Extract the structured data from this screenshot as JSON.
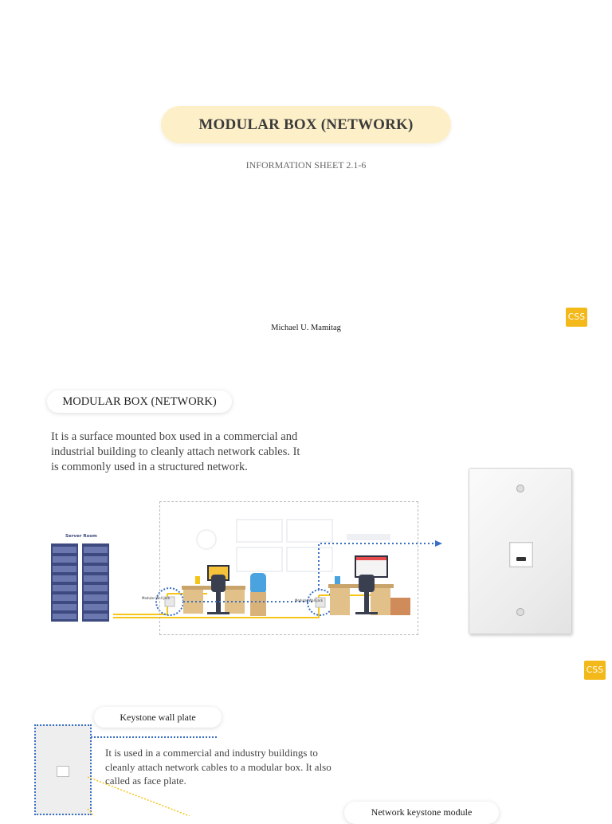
{
  "slide1": {
    "title": "MODULAR BOX (NETWORK)",
    "subtitle": "INFORMATION SHEET 2.1-6",
    "author": "Michael U. Mamitag",
    "badge": "CSS"
  },
  "slide2": {
    "heading": "MODULAR BOX (NETWORK)",
    "paragraph": "It is a surface mounted box used in a commercial and industrial building to cleanly attach network cables. It is  commonly used in a structured network.",
    "diagram": {
      "server_room_label": "Server Room",
      "wall_jack_label_1": "Modular Wall jack",
      "wall_jack_label_2": "Modular Wall jack"
    },
    "badge": "CSS"
  },
  "slide3": {
    "heading": "Keystone wall plate",
    "paragraph": "It is used in a commercial and industry buildings to cleanly attach network cables to a modular box. It also called as face plate.",
    "second_heading": "Network keystone module"
  },
  "colors": {
    "title_pill": "#fdf0c8",
    "badge": "#f3b91a",
    "cable": "#f5c518",
    "dotted_link": "#3a6fc4"
  }
}
